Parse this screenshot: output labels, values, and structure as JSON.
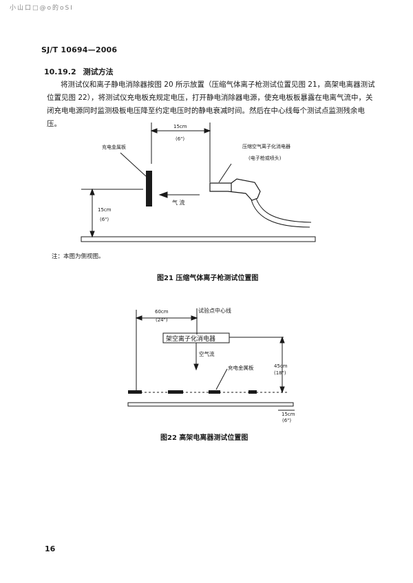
{
  "top_speck": "小山口□@o的oSI",
  "header": {
    "standard_code": "SJ/T 10694—2006"
  },
  "section": {
    "number": "10.19.2",
    "title": "测试方法",
    "paragraph_lines": [
      "将测试仪和离子静电消除器按图 20 所示放置（压缩气体离子枪测试位置见图 21，高架电离器测试",
      "位置见图 22），将测试仪充电板充规定电压，打开静电消除器电源，使充电板板暴露在电离气流中，关",
      "闭充电电源同时监测极板电压降至约定电压时的静电衰减时间。然后在中心线每个测试点监测残余电",
      "压。"
    ]
  },
  "figure21": {
    "top_dim": "15cm",
    "top_dim_in": "(6\")",
    "plate_label": "充电金属板",
    "gun_label": "压缩空气离子化消电器",
    "gun_sublabel": "(电子枪或喷头)",
    "airflow_label": "气  流",
    "height_dim": "15cm",
    "height_dim_in": "(6\")",
    "note": "注：本图为侧视图。",
    "caption": "图21   压缩气体离子枪测试位置图"
  },
  "figure22": {
    "top_dim": "60cm",
    "top_dim_in": "(24\")",
    "centerline_label": "试验点中心线",
    "ionizer_label": "架空离子化消电器",
    "airflow_label": "空气流",
    "plate_label": "充电金属板",
    "height_dim": "45cm",
    "height_dim_in": "(18\")",
    "table_dim": "15cm",
    "table_dim_in": "(6\")",
    "caption": "图22   高架电离器测试位置图"
  },
  "page_number": "16"
}
